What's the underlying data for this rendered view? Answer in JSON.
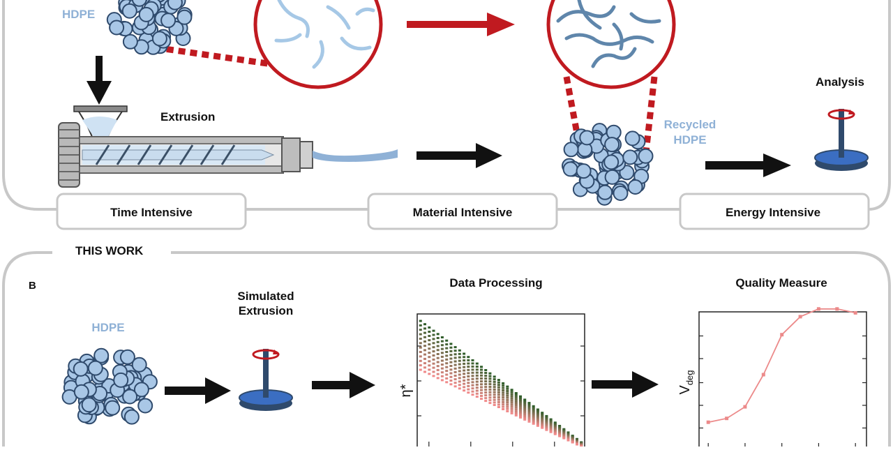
{
  "colors": {
    "bead_fill": "#a9c7e6",
    "bead_stroke": "#2f4a6c",
    "red": "#c01a20",
    "hdpe_text": "#8fb1d6",
    "chain_light": "#a6c8e6",
    "chain_dark": "#5f86ab",
    "box_stroke": "#c8c8c8",
    "black": "#111111",
    "quality_line": "#ec8a8a"
  },
  "top": {
    "hdpe_label": "HDPE",
    "extrusion_label": "Extrusion",
    "recycled_label_line1": "Recycled",
    "recycled_label_line2": "HDPE",
    "analysis_label": "Analysis",
    "tabs": [
      {
        "label": "Time Intensive"
      },
      {
        "label": "Material Intensive"
      },
      {
        "label": "Energy Intensive"
      }
    ]
  },
  "this_work_label": "THIS WORK",
  "bottom": {
    "panel_letter": "B",
    "hdpe_label": "HDPE",
    "simulated_line1": "Simulated",
    "simulated_line2": "Extrusion",
    "data_processing_title": "Data Processing",
    "quality_title": "Quality Measure"
  },
  "chart_data": [
    {
      "type": "scatter",
      "title": "Data Processing",
      "ylabel": "η*",
      "xlabel": "",
      "grid": false,
      "series_count": 12,
      "x_range": [
        0,
        1
      ],
      "y_range": [
        0,
        1
      ],
      "start_top": 0.95,
      "start_bottom": 0.6,
      "end_top": 0.08,
      "end_bottom": 0.05,
      "color_top": "#2f5d2a",
      "color_bottom": "#f08a8a"
    },
    {
      "type": "line",
      "title": "Quality Measure",
      "ylabel": "Vdeg",
      "xlabel": "",
      "grid": false,
      "x": [
        1,
        2,
        3,
        4,
        5,
        6,
        7,
        8,
        9
      ],
      "y": [
        0.08,
        0.11,
        0.2,
        0.45,
        0.76,
        0.9,
        0.96,
        0.96,
        0.93
      ],
      "ylim": [
        0,
        1.1
      ],
      "color": "#ec8a8a"
    }
  ]
}
